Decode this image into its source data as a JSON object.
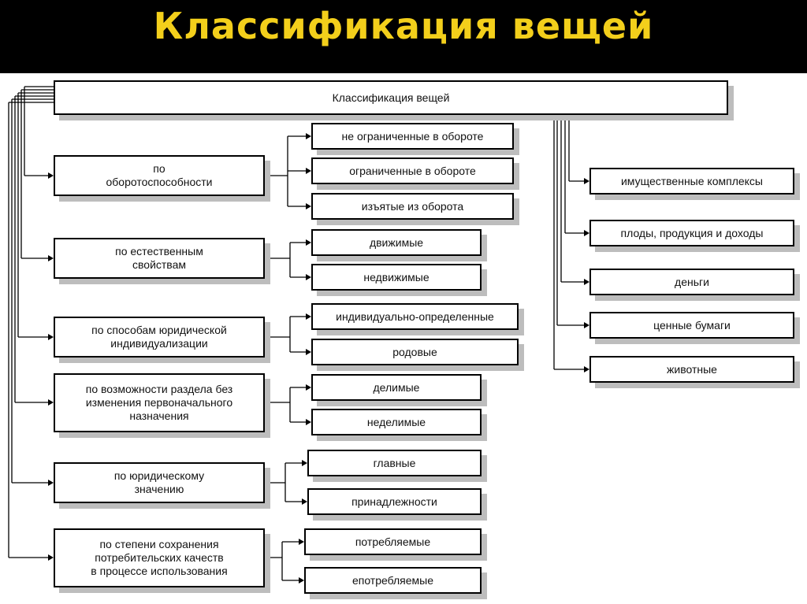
{
  "header": {
    "title": "Классификация вещей"
  },
  "diagram": {
    "root": "Классификация вещей",
    "groups": [
      {
        "label": "по\nоборотоспособности",
        "items": [
          "не ограниченные в обороте",
          "ограниченные в обороте",
          "изъятые из оборота"
        ]
      },
      {
        "label": "по естественным\nсвойствам",
        "items": [
          "движимые",
          "недвижимые"
        ]
      },
      {
        "label": "по способам юридической\nиндивидуализации",
        "items": [
          "индивидуально-определенные",
          "родовые"
        ]
      },
      {
        "label": "по возможности раздела без\nизменения первоначального\nназначения",
        "items": [
          "делимые",
          "неделимые"
        ]
      },
      {
        "label": "по юридическому\nзначению",
        "items": [
          "главные",
          "принадлежности"
        ]
      },
      {
        "label": "по степени сохранения\nпотребительских качеств\nв процессе использования",
        "items": [
          "потребляемые",
          "епотребляемые"
        ]
      }
    ],
    "special": [
      "имущественные комплексы",
      "плоды, продукция и доходы",
      "деньги",
      "ценные бумаги",
      "животные"
    ]
  }
}
